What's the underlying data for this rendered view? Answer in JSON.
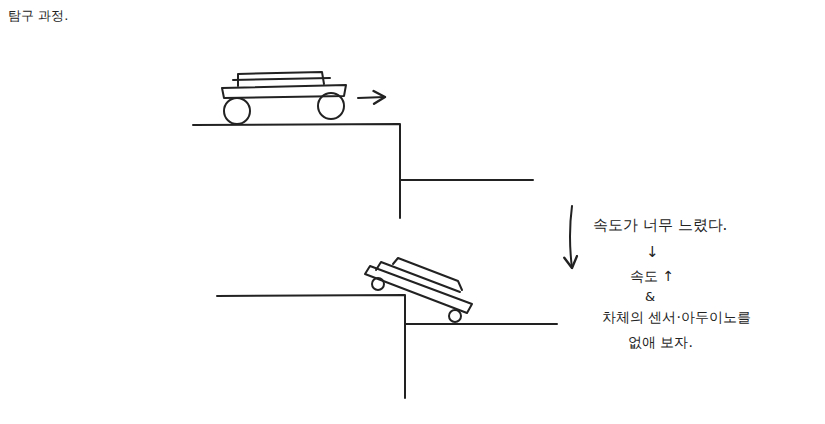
{
  "diagram": {
    "title": "탐구 과정.",
    "labels": [
      "속도가 너무 느렸다.",
      "↓",
      "속도 ↑",
      "&",
      "차체의 센서·아두이노를",
      "없애 보자."
    ]
  }
}
